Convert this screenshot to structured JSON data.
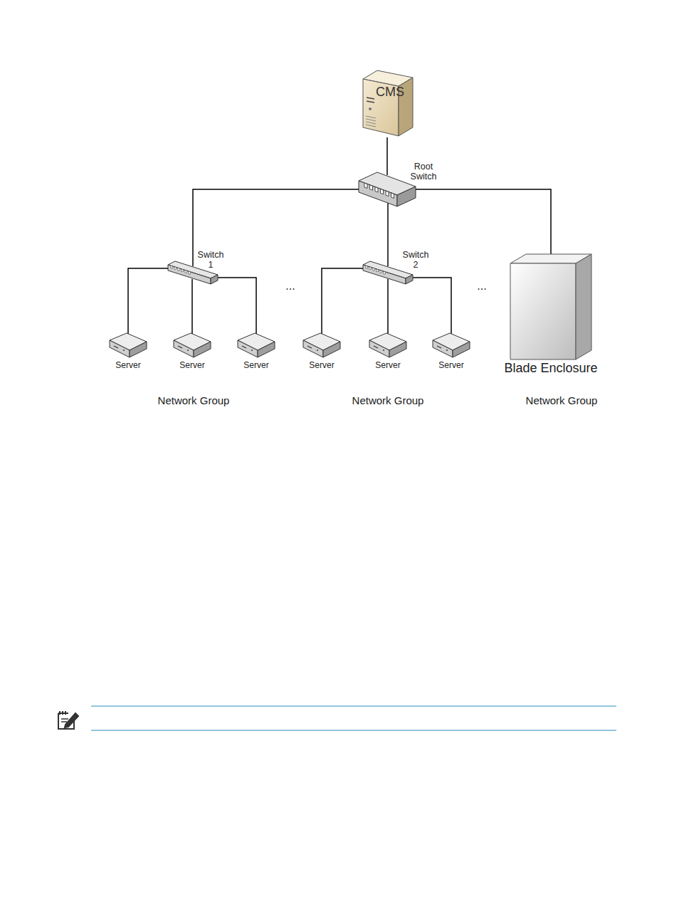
{
  "diagram": {
    "nodes": [
      {
        "text": [
          "CMS"
        ]
      },
      {
        "text": [
          "Root Switch"
        ]
      },
      {
        "text": [
          "Switch 1"
        ]
      },
      {
        "text": [
          "Switch 2"
        ]
      },
      {
        "text": [
          "Blade Enclosure"
        ]
      },
      {
        "text": [
          "Server"
        ]
      },
      {
        "text": [
          "Server"
        ]
      },
      {
        "text": [
          "Server"
        ]
      },
      {
        "text": [
          "Server"
        ]
      },
      {
        "text": [
          "Server"
        ]
      },
      {
        "text": [
          "Server"
        ]
      }
    ],
    "edges": [
      {
        "from": 0,
        "to": 1,
        "arrow": "none"
      },
      {
        "from": 1,
        "to": 2,
        "arrow": "none"
      },
      {
        "from": 1,
        "to": 3,
        "arrow": "none"
      },
      {
        "from": 1,
        "to": 4,
        "arrow": "none"
      },
      {
        "from": 2,
        "to": 5,
        "arrow": "none"
      },
      {
        "from": 2,
        "to": 6,
        "arrow": "none"
      },
      {
        "from": 2,
        "to": 7,
        "arrow": "none"
      },
      {
        "from": 3,
        "to": 8,
        "arrow": "none"
      },
      {
        "from": 3,
        "to": 9,
        "arrow": "none"
      },
      {
        "from": 3,
        "to": 10,
        "arrow": "none"
      }
    ],
    "labels": [
      "...",
      "...",
      "Network Group",
      "Network Group",
      "Network Group"
    ]
  }
}
